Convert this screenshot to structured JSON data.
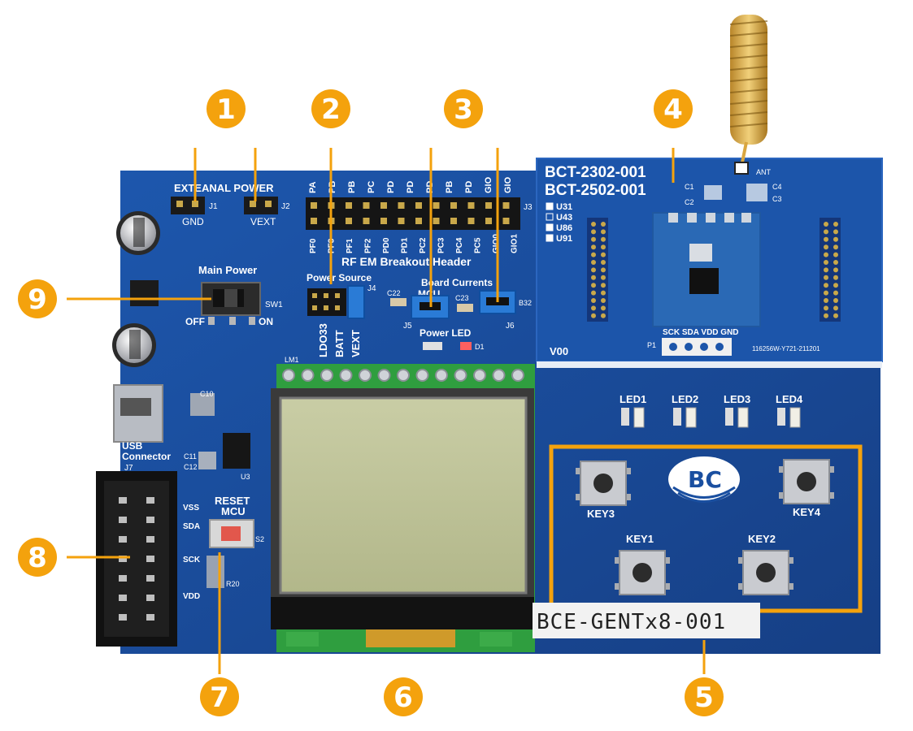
{
  "colors": {
    "board": "#1a4fa0",
    "board_dark": "#163f85",
    "accent": "#f4a20d",
    "lcd_green": "#2f9e3f",
    "lcd_screen": "#c3c89b",
    "jumper_blue": "#2a7bd6"
  },
  "callouts": [
    {
      "num": "1"
    },
    {
      "num": "2"
    },
    {
      "num": "3"
    },
    {
      "num": "4"
    },
    {
      "num": "5"
    },
    {
      "num": "6"
    },
    {
      "num": "7"
    },
    {
      "num": "8"
    },
    {
      "num": "9"
    }
  ],
  "labels": {
    "external_power": "EXTEANAL POWER",
    "j1": "J1",
    "j2": "J2",
    "gnd": "GND",
    "vext": "VEXT",
    "main_power": "Main Power",
    "sw1": "SW1",
    "off": "OFF",
    "on": "ON",
    "rf_header": "RF EM Breakout Header",
    "j3": "J3",
    "power_source": "Power Source",
    "j4": "J4",
    "ldo33": "LDO33",
    "batt": "BATT",
    "vext2": "VEXT",
    "board_currents": "Board Currents",
    "mcu": "MCU",
    "j5": "J5",
    "j6": "J6",
    "c22": "C22",
    "c23": "C23",
    "b32": "B32",
    "power_led": "Power LED",
    "d1": "D1",
    "usb_connector_1": "USB",
    "usb_connector_2": "Connector",
    "j7": "J7",
    "vss": "VSS",
    "sda": "SDA",
    "sck": "SCK",
    "vdd": "VDD",
    "reset": "RESET",
    "reset_mcu": "MCU",
    "s2": "S2",
    "r20": "R20",
    "lm1": "LM1",
    "u3": "U3",
    "c10": "C10",
    "c11": "C11",
    "c12": "C12"
  },
  "header_pins_top": [
    "PA",
    "PB",
    "PB",
    "PC",
    "PD",
    "PD",
    "PD",
    "PB",
    "PD",
    "GIO",
    "GIO"
  ],
  "header_pins_bottom": [
    "PF0",
    "PF3",
    "PF1",
    "PF2",
    "PD0",
    "PD1",
    "PC2",
    "PC3",
    "PC4",
    "PC5",
    "GIO0",
    "GIO1"
  ],
  "rf_module": {
    "model_1": "BCT-2302-001",
    "model_2": "BCT-2502-001",
    "variants": [
      "U31",
      "U43",
      "U86",
      "U91"
    ],
    "ant": "ANT",
    "c1": "C1",
    "c2": "C2",
    "c3": "C3",
    "c4": "C4",
    "version": "V00",
    "p1": "P1",
    "p1_pins": "SCK SDA VDD GND",
    "serial": "116256W-Y721-211201"
  },
  "leds": [
    "LED1",
    "LED2",
    "LED3",
    "LED4"
  ],
  "keys": [
    "KEY3",
    "KEY4",
    "KEY1",
    "KEY2"
  ],
  "logo_text": "BC",
  "sticker": "BCE-GENTx8-001"
}
